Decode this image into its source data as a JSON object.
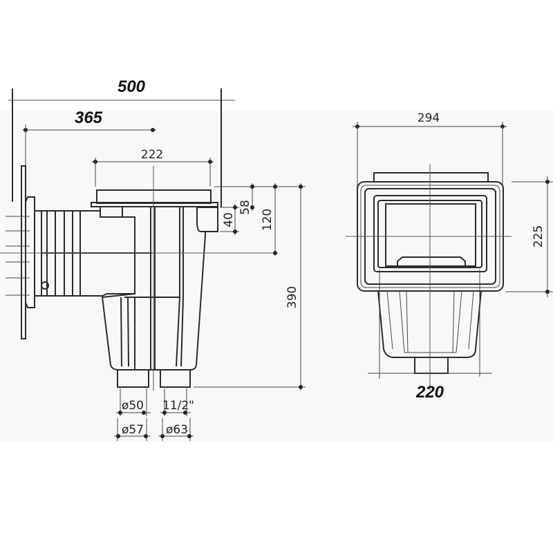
{
  "left_view": {
    "dim_overall": "500",
    "dim_wall_to_center": "365",
    "dim_body_width": "222",
    "dim_outlet": "40",
    "dim_outlet_top": "58",
    "dim_center_height": "120",
    "dim_total_height": "390",
    "dim_pipe_a_inner": "ø50",
    "dim_pipe_b_inner": "11/2\"",
    "dim_pipe_a_outer": "ø57",
    "dim_pipe_b_outer": "ø63"
  },
  "front_view": {
    "dim_frame_width": "294",
    "dim_frame_height": "225",
    "dim_base_width": "220"
  }
}
